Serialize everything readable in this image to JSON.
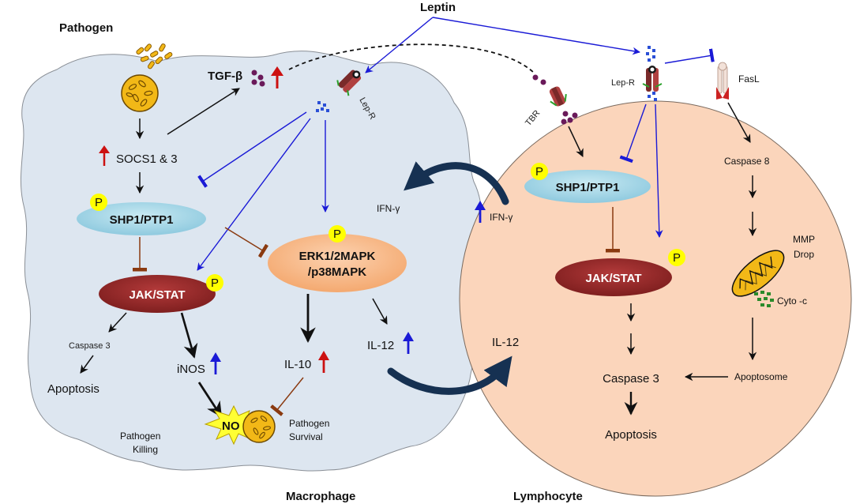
{
  "titles": {
    "pathogen": "Pathogen",
    "leptin": "Leptin",
    "macrophage": "Macrophage",
    "lymphocyte": "Lymphocyte"
  },
  "macrophage": {
    "tgf_beta": "TGF-β",
    "lep_r": "Lep-R",
    "socs": "SOCS1 & 3",
    "shp1": "SHP1/PTP1",
    "jak_stat": "JAK/STAT",
    "erk_line1": "ERK1/2MAPK",
    "erk_line2": "/p38MAPK",
    "ifn_gamma": "IFN-γ",
    "caspase3": "Caspase 3",
    "apoptosis": "Apoptosis",
    "inos": "iNOS",
    "il10": "IL-10",
    "il12": "IL-12",
    "no": "NO",
    "pathogen_killing_1": "Pathogen",
    "pathogen_killing_2": "Killing",
    "pathogen_survival_1": "Pathogen",
    "pathogen_survival_2": "Survival",
    "p": "P"
  },
  "lymphocyte": {
    "tbr": "TBR",
    "lep_r": "Lep-R",
    "fasl": "FasL",
    "shp1": "SHP1/PTP1",
    "jak_stat": "JAK/STAT",
    "ifn_gamma": "IFN-γ",
    "il12": "IL-12",
    "caspase8": "Caspase 8",
    "mmp_1": "MMP",
    "mmp_2": "Drop",
    "cyto_c": "Cyto -c",
    "apoptosome": "Apoptosome",
    "caspase3": "Caspase 3",
    "apoptosis": "Apoptosis",
    "p": "P"
  },
  "colors": {
    "macrophage_fill": "#dde6f0",
    "lymphocyte_fill": "#fbd5bb",
    "shp1_fill": "#a8d8e6",
    "jak_fill": "#9b2b2b",
    "erk_fill": "#f8bc8c",
    "phospho_fill": "#ffff00",
    "blue_arrow": "#1a1ad6",
    "brown_inhibit": "#8a3a10",
    "red_arrow": "#cc1111",
    "mito_fill": "#f2b817"
  }
}
